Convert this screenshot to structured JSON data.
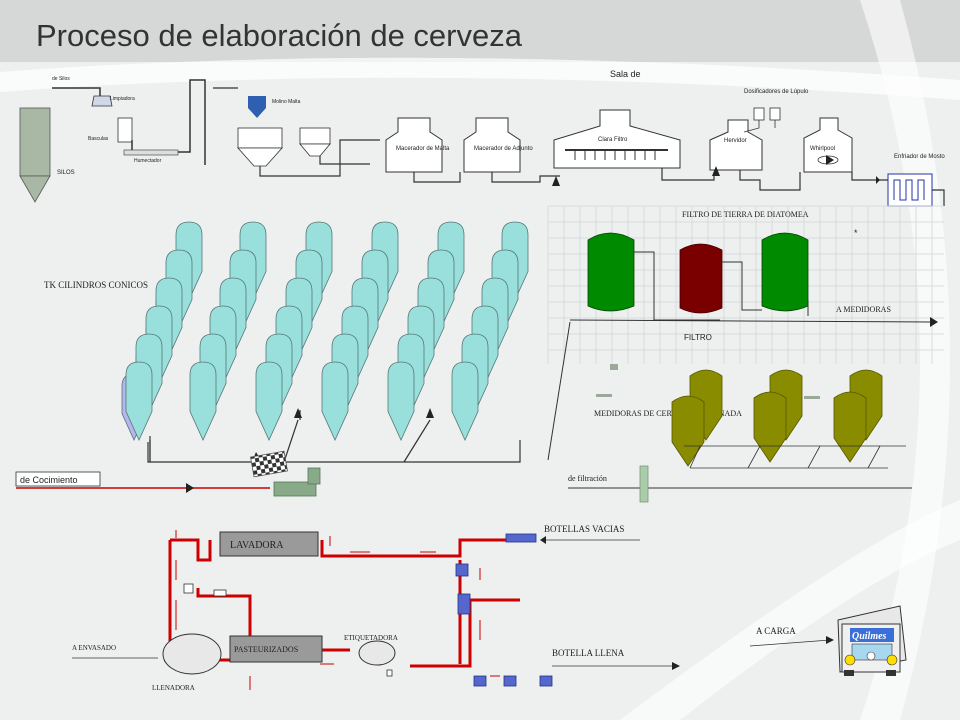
{
  "title": "Proceso de elaboración de cerveza",
  "labels": {
    "silos": "SILOS",
    "de_silos": "de Silos",
    "limpiadora": "Limpiadora",
    "bascula": "Basculas",
    "humectador": "Humectador",
    "molino": "Molino Malta",
    "sala": "Sala de",
    "macerador_malta": "Macerador de Malta",
    "macerador_adjunto": "Macerador de Adjunto",
    "clarificador": "Clara Filtro",
    "hervidor": "Hervidor",
    "dosificadores": "Dosificadores de Lúpulo",
    "whirlpool": "Whirlpool",
    "enfriador": "Enfriador de Mosto",
    "tk_cilindros": "TK CILINDROS CONICOS",
    "filtro_tierra": "FILTRO DE TIERRA DE DIATOMEA",
    "filtro": "FILTRO",
    "a_medidoras": "A MEDIDORAS",
    "medidoras": "MEDIDORAS DE CERVEZA TERMINADA",
    "de_cocimiento": "de Cocimiento",
    "de_filtracion": "de filtración",
    "lavadora": "LAVADORA",
    "botellas_vacias": "BOTELLAS VACIAS",
    "a_envasado": "A ENVASADO",
    "pasteurizados": "PASTEURIZADOS",
    "etiquetadora": "ETIQUETADORA",
    "botella_llena": "BOTELLA LLENA",
    "llenadora": "LLENADORA",
    "a_carga": "A CARGA",
    "truck_brand": "Quilmes",
    "cold_mark": "*"
  },
  "colors": {
    "tank_cyan": "#99e0dc",
    "tank_lavender": "#b7b5ee",
    "filter_green": "#008a00",
    "filter_red": "#7a0000",
    "olive": "#8a8c00",
    "line_red": "#cc0000",
    "conveyor_blue": "#5566cc",
    "silo_gray": "#a8b8a4"
  }
}
